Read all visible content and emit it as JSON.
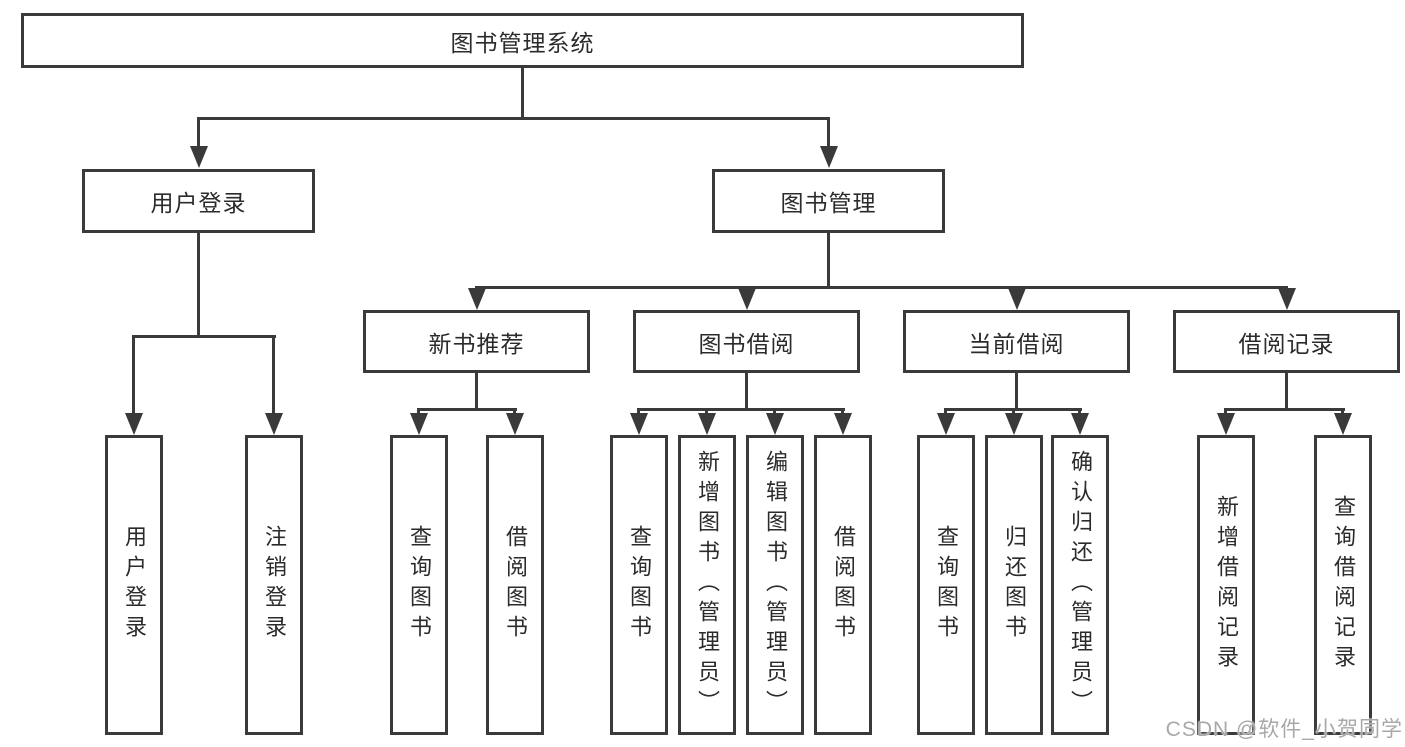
{
  "diagram": {
    "root": {
      "label": "图书管理系统"
    },
    "level2": [
      {
        "label": "用户登录"
      },
      {
        "label": "图书管理"
      }
    ],
    "level3": [
      {
        "label": "新书推荐"
      },
      {
        "label": "图书借阅"
      },
      {
        "label": "当前借阅"
      },
      {
        "label": "借阅记录"
      }
    ],
    "leaves": {
      "user_login": [
        {
          "label": "用户登录"
        },
        {
          "label": "注销登录"
        }
      ],
      "new_books": [
        {
          "label": "查询图书"
        },
        {
          "label": "借阅图书"
        }
      ],
      "book_borrow": [
        {
          "label": "查询图书"
        },
        {
          "label": "新增图书（管理员）"
        },
        {
          "label": "编辑图书（管理员）"
        },
        {
          "label": "借阅图书"
        }
      ],
      "current_borrow": [
        {
          "label": "查询图书"
        },
        {
          "label": "归还图书"
        },
        {
          "label": "确认归还（管理员）"
        }
      ],
      "borrow_records": [
        {
          "label": "新增借阅记录"
        },
        {
          "label": "查询借阅记录"
        }
      ]
    },
    "watermark": "CSDN @软件_小贺同学",
    "colors": {
      "line": "#3a3a3a",
      "text": "#2b2b2b",
      "watermark": "#a8a8a8"
    }
  }
}
